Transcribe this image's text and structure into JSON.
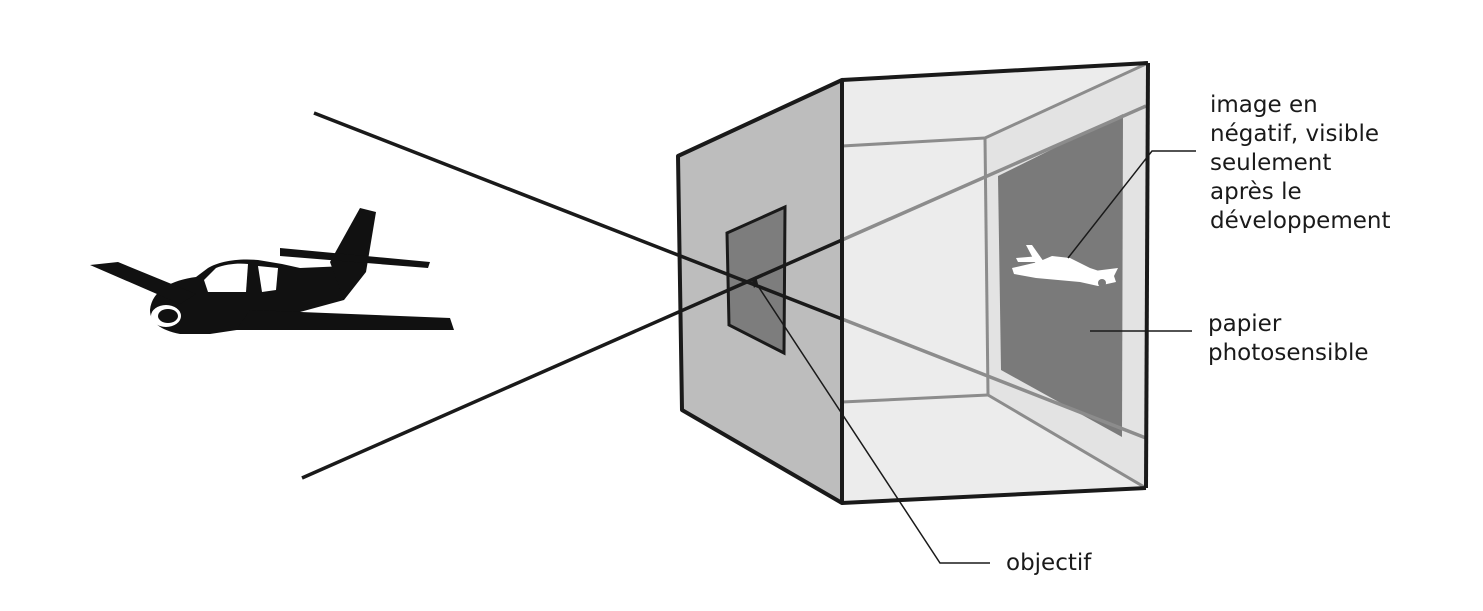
{
  "diagram": {
    "labels": {
      "image_negative": [
        "image en",
        "négatif, visible",
        "seulement",
        "après le",
        "développement"
      ],
      "photosensitive_paper": [
        "papier",
        "photosensible"
      ],
      "lens": "objectif"
    },
    "colors": {
      "outline": "#1a1a1a",
      "front_face": "#bdbdbd",
      "interior": "#ececec",
      "inner_edges": "#8c8c8c",
      "paper": "#7a7a7a",
      "lens_square": "#7d7d7d",
      "plane": "#111111",
      "image_plane": "#ffffff"
    },
    "icons": {
      "plane": "airplane-icon",
      "inverted_plane": "inverted-airplane-icon"
    }
  }
}
